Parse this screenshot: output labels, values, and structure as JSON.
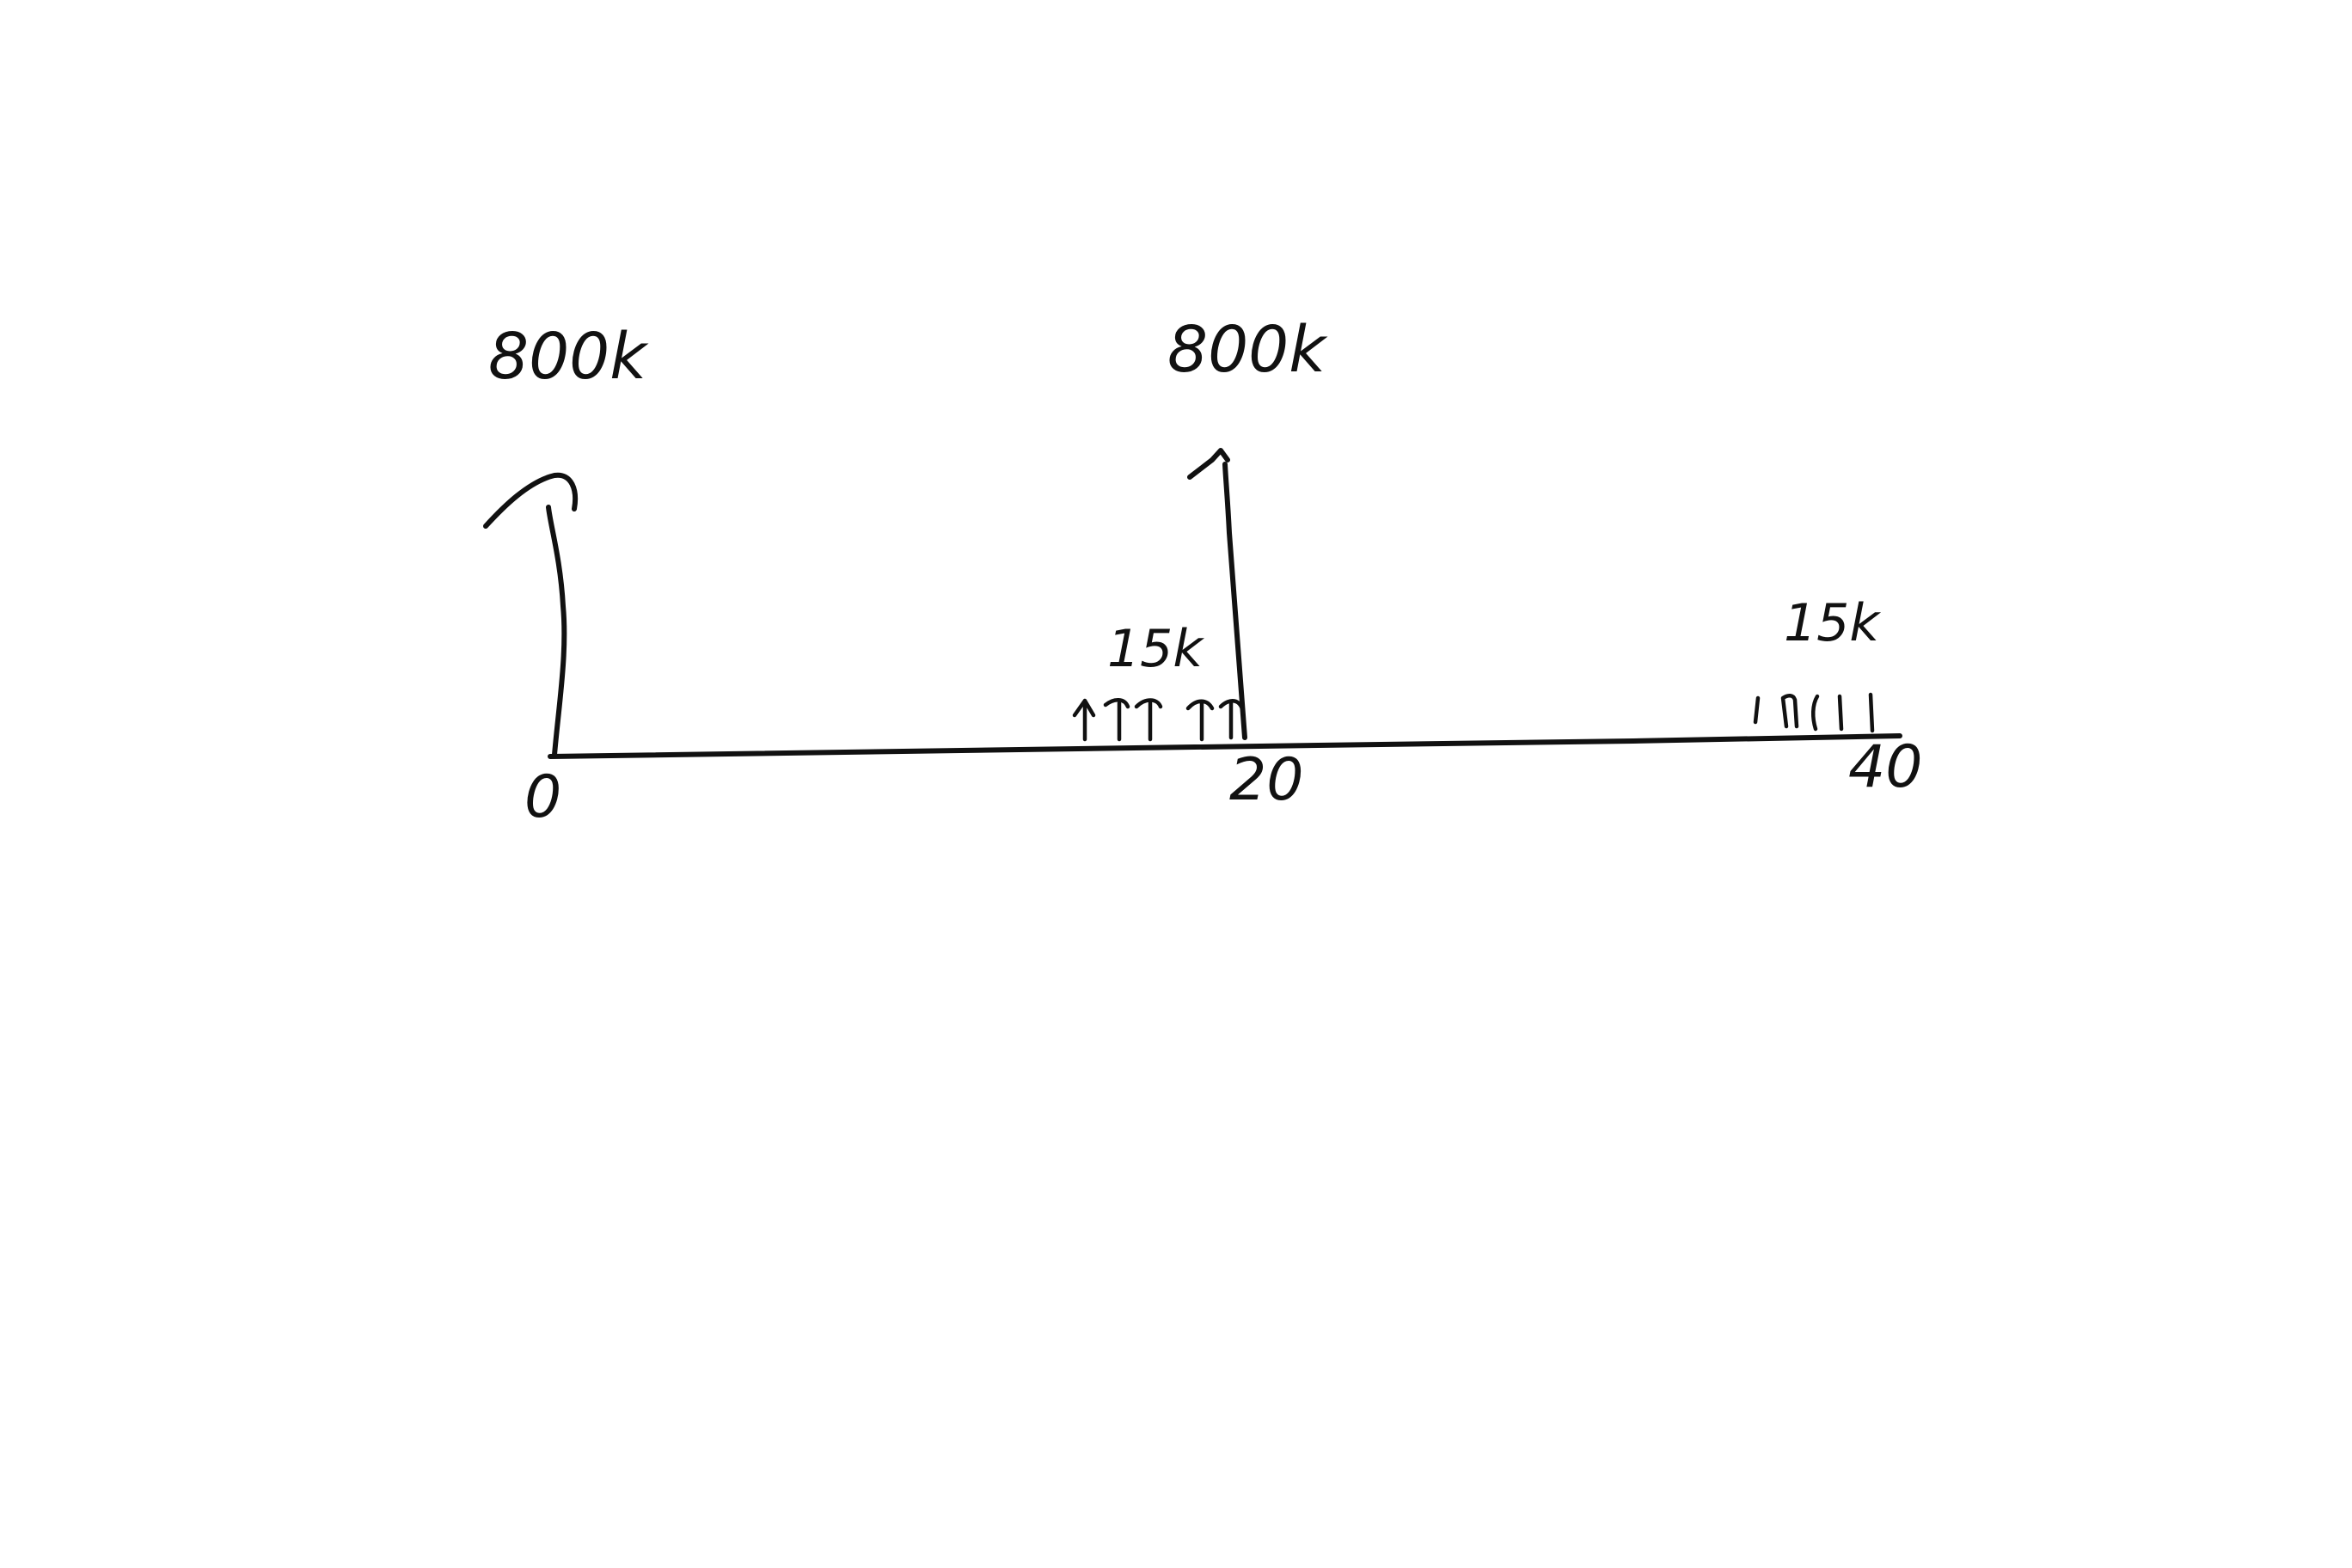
{
  "diagram": {
    "background": "#ffffff",
    "ink_color": "#111111",
    "timeline": {
      "ticks": [
        {
          "value": 0,
          "label": "0"
        },
        {
          "value": 20,
          "label": "20"
        },
        {
          "value": 40,
          "label": "40"
        }
      ]
    },
    "cash_flows": [
      {
        "at": 0,
        "label": "800k",
        "direction": "up",
        "kind": "single"
      },
      {
        "at": 20,
        "label": "800k",
        "direction": "up",
        "kind": "single"
      },
      {
        "from": 15,
        "to": 20,
        "label": "15k",
        "direction": "up",
        "kind": "series",
        "marks": "arrows",
        "count": 5
      },
      {
        "from": 35,
        "to": 40,
        "label": "15k",
        "direction": "up",
        "kind": "series",
        "marks": "bars",
        "count": 5
      }
    ]
  }
}
